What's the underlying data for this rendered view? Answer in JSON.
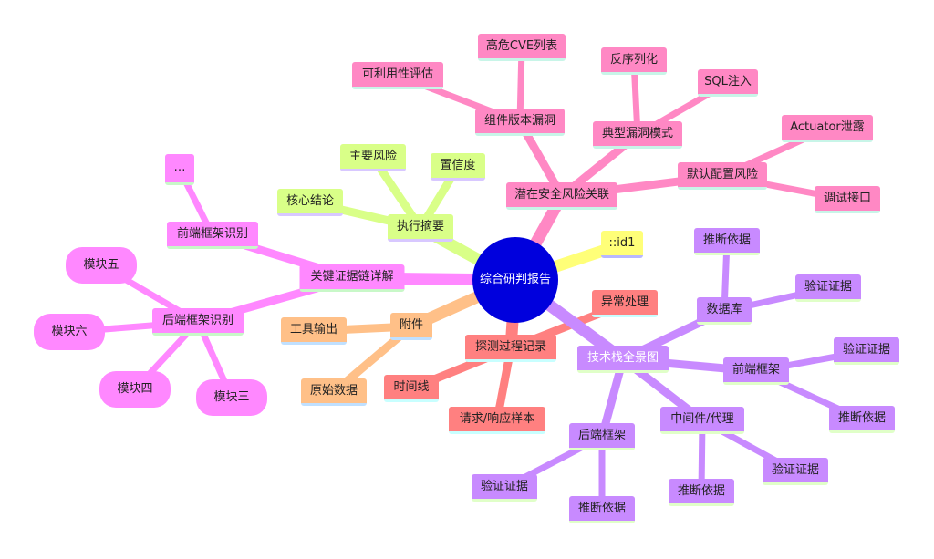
{
  "title": "综合研判报告",
  "colors": {
    "root": "#0000dd",
    "risk": "#ff88c4",
    "id": "#ffff78",
    "summary": "#d9ff88",
    "evidence": "#ff88ff",
    "attach": "#ffc088",
    "probe": "#ff8080",
    "tech": "#c88aff"
  },
  "nodes": [
    {
      "id": "root",
      "label": "综合研判报告",
      "parent": null,
      "group": "root"
    },
    {
      "id": "risk",
      "label": "潜在安全风险关联",
      "parent": "root",
      "group": "risk"
    },
    {
      "id": "risk_comp",
      "label": "组件版本漏洞",
      "parent": "risk",
      "group": "risk"
    },
    {
      "id": "risk_cve",
      "label": "高危CVE列表",
      "parent": "risk_comp",
      "group": "risk"
    },
    {
      "id": "risk_exp",
      "label": "可利用性评估",
      "parent": "risk_comp",
      "group": "risk"
    },
    {
      "id": "risk_pat",
      "label": "典型漏洞模式",
      "parent": "risk",
      "group": "risk"
    },
    {
      "id": "risk_deser",
      "label": "反序列化",
      "parent": "risk_pat",
      "group": "risk"
    },
    {
      "id": "risk_sql",
      "label": "SQL注入",
      "parent": "risk_pat",
      "group": "risk"
    },
    {
      "id": "risk_cfg",
      "label": "默认配置风险",
      "parent": "risk",
      "group": "risk"
    },
    {
      "id": "risk_act",
      "label": "Actuator泄露",
      "parent": "risk_cfg",
      "group": "risk"
    },
    {
      "id": "risk_dbg",
      "label": "调试接口",
      "parent": "risk_cfg",
      "group": "risk"
    },
    {
      "id": "id1",
      "label": "::id1",
      "parent": "root",
      "group": "id"
    },
    {
      "id": "sum",
      "label": "执行摘要",
      "parent": "root",
      "group": "summary"
    },
    {
      "id": "sum_core",
      "label": "核心结论",
      "parent": "sum",
      "group": "summary"
    },
    {
      "id": "sum_risk",
      "label": "主要风险",
      "parent": "sum",
      "group": "summary"
    },
    {
      "id": "sum_conf",
      "label": "置信度",
      "parent": "sum",
      "group": "summary"
    },
    {
      "id": "ev",
      "label": "关键证据链详解",
      "parent": "root",
      "group": "evidence"
    },
    {
      "id": "ev_fe",
      "label": "前端框架识别",
      "parent": "ev",
      "group": "evidence"
    },
    {
      "id": "ev_more",
      "label": "…",
      "parent": "ev_fe",
      "group": "evidence"
    },
    {
      "id": "ev_be",
      "label": "后端框架识别",
      "parent": "ev",
      "group": "evidence"
    },
    {
      "id": "ev_m5",
      "label": "模块五",
      "parent": "ev_be",
      "group": "evidence",
      "shape": "round"
    },
    {
      "id": "ev_m6",
      "label": "模块六",
      "parent": "ev_be",
      "group": "evidence",
      "shape": "round"
    },
    {
      "id": "ev_m4",
      "label": "模块四",
      "parent": "ev_be",
      "group": "evidence",
      "shape": "round"
    },
    {
      "id": "ev_m3",
      "label": "模块三",
      "parent": "ev_be",
      "group": "evidence",
      "shape": "round"
    },
    {
      "id": "att",
      "label": "附件",
      "parent": "root",
      "group": "attach"
    },
    {
      "id": "att_tool",
      "label": "工具输出",
      "parent": "att",
      "group": "attach"
    },
    {
      "id": "att_raw",
      "label": "原始数据",
      "parent": "att",
      "group": "attach"
    },
    {
      "id": "probe",
      "label": "探测过程记录",
      "parent": "root",
      "group": "probe"
    },
    {
      "id": "probe_err",
      "label": "异常处理",
      "parent": "probe",
      "group": "probe"
    },
    {
      "id": "probe_time",
      "label": "时间线",
      "parent": "probe",
      "group": "probe"
    },
    {
      "id": "probe_req",
      "label": "请求/响应样本",
      "parent": "probe",
      "group": "probe"
    },
    {
      "id": "tech",
      "label": "技术栈全景图",
      "parent": "root",
      "group": "tech",
      "white": true
    },
    {
      "id": "tech_db",
      "label": "数据库",
      "parent": "tech",
      "group": "tech"
    },
    {
      "id": "tech_db_inf",
      "label": "推断依据",
      "parent": "tech_db",
      "group": "tech"
    },
    {
      "id": "tech_db_ver",
      "label": "验证证据",
      "parent": "tech_db",
      "group": "tech"
    },
    {
      "id": "tech_fe",
      "label": "前端框架",
      "parent": "tech",
      "group": "tech"
    },
    {
      "id": "tech_fe_ver",
      "label": "验证证据",
      "parent": "tech_fe",
      "group": "tech"
    },
    {
      "id": "tech_fe_inf",
      "label": "推断依据",
      "parent": "tech_fe",
      "group": "tech"
    },
    {
      "id": "tech_mw",
      "label": "中间件/代理",
      "parent": "tech",
      "group": "tech"
    },
    {
      "id": "tech_mw_inf",
      "label": "推断依据",
      "parent": "tech_mw",
      "group": "tech"
    },
    {
      "id": "tech_mw_ver",
      "label": "验证证据",
      "parent": "tech_mw",
      "group": "tech"
    },
    {
      "id": "tech_be",
      "label": "后端框架",
      "parent": "tech",
      "group": "tech"
    },
    {
      "id": "tech_be_ver",
      "label": "验证证据",
      "parent": "tech_be",
      "group": "tech"
    },
    {
      "id": "tech_be_inf",
      "label": "推断依据",
      "parent": "tech_be",
      "group": "tech"
    }
  ]
}
